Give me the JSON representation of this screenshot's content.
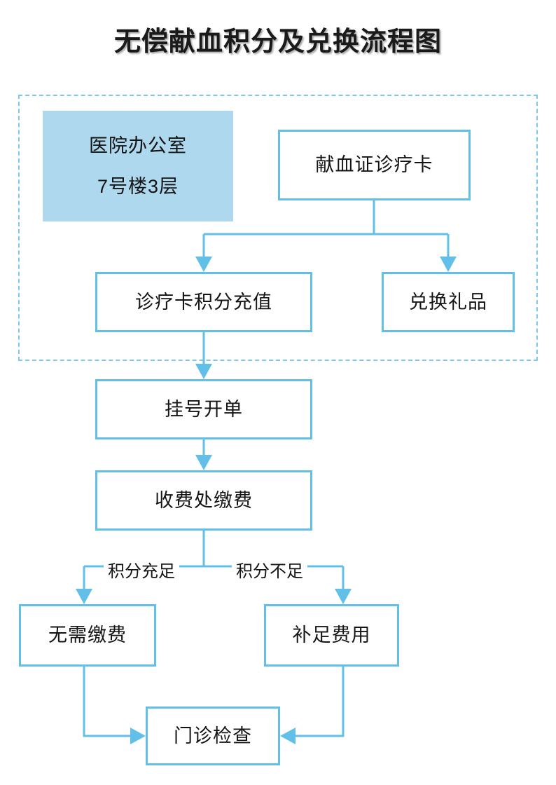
{
  "page": {
    "title": "无偿献血积分及兑换流程图",
    "accent_color": "#62c0e8",
    "fill_color": "#aed8ed",
    "dashed_border_color": "#7ec8ea",
    "text_color": "#141414",
    "background": "#ffffff"
  },
  "group": {
    "name": "hospital-office-group",
    "style": "dashed"
  },
  "nodes": {
    "office": {
      "line1": "医院办公室",
      "line2": "7号楼3层",
      "style": "filled"
    },
    "card": {
      "label": "献血证诊疗卡"
    },
    "recharge": {
      "label": "诊疗卡积分充值"
    },
    "gift": {
      "label": "兑换礼品"
    },
    "register": {
      "label": "挂号开单"
    },
    "pay": {
      "label": "收费处缴费"
    },
    "nofee": {
      "label": "无需缴费"
    },
    "addfee": {
      "label": "补足费用"
    },
    "exam": {
      "label": "门诊检查"
    }
  },
  "edge_labels": {
    "points_enough": "积分充足",
    "points_short": "积分不足"
  },
  "chart_data": {
    "type": "diagram",
    "title": "无偿献血积分及兑换流程图",
    "nodes": [
      {
        "id": "office",
        "text": "医院办公室 / 7号楼3层",
        "shape": "filled-rect",
        "group": "dashed-group"
      },
      {
        "id": "card",
        "text": "献血证诊疗卡",
        "shape": "rect",
        "group": "dashed-group"
      },
      {
        "id": "recharge",
        "text": "诊疗卡积分充值",
        "shape": "rect",
        "group": "dashed-group"
      },
      {
        "id": "gift",
        "text": "兑换礼品",
        "shape": "rect",
        "group": "dashed-group"
      },
      {
        "id": "register",
        "text": "挂号开单",
        "shape": "rect",
        "group": ""
      },
      {
        "id": "pay",
        "text": "收费处缴费",
        "shape": "rect",
        "group": ""
      },
      {
        "id": "nofee",
        "text": "无需缴费",
        "shape": "rect",
        "group": ""
      },
      {
        "id": "addfee",
        "text": "补足费用",
        "shape": "rect",
        "group": ""
      },
      {
        "id": "exam",
        "text": "门诊检查",
        "shape": "rect",
        "group": ""
      }
    ],
    "edges": [
      {
        "from": "card",
        "to": "recharge",
        "label": ""
      },
      {
        "from": "card",
        "to": "gift",
        "label": ""
      },
      {
        "from": "recharge",
        "to": "register",
        "label": ""
      },
      {
        "from": "register",
        "to": "pay",
        "label": ""
      },
      {
        "from": "pay",
        "to": "nofee",
        "label": "积分充足"
      },
      {
        "from": "pay",
        "to": "addfee",
        "label": "积分不足"
      },
      {
        "from": "nofee",
        "to": "exam",
        "label": ""
      },
      {
        "from": "addfee",
        "to": "exam",
        "label": ""
      }
    ]
  }
}
